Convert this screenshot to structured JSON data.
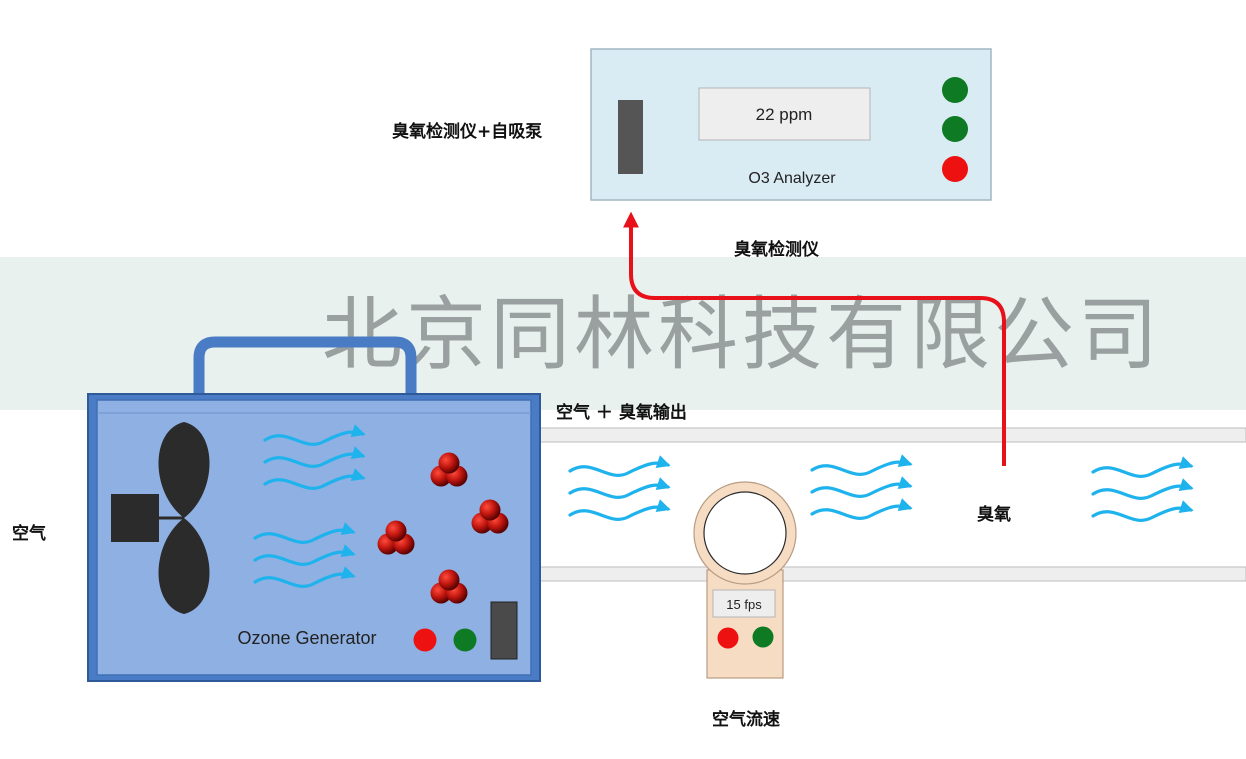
{
  "watermark": "北京同林科技有限公司",
  "labels": {
    "analyzer_pump": "臭氧检测仪+自吸泵",
    "analyzer_caption": "臭氧检测仪",
    "air_in": "空气",
    "air_ozone_out": "空气 ＋ 臭氧输出",
    "ozone": "臭氧",
    "airflow": "空气流速"
  },
  "analyzer": {
    "reading": "22 ppm",
    "name": "O3 Analyzer",
    "lights": [
      "#0e7a24",
      "#0e7a24",
      "#ee1111"
    ]
  },
  "generator": {
    "name": "Ozone Generator",
    "lights": [
      "#ee1111",
      "#0e7a24"
    ]
  },
  "flow_meter": {
    "reading": "15 fps",
    "lights": [
      "#ee1111",
      "#0e7a24"
    ]
  },
  "colors": {
    "sample_line": "#e8111a",
    "air_arrow": "#1fb3ee",
    "generator_fill": "#8fb0e2",
    "generator_border": "#3e6fb6",
    "analyzer_fill": "#d9ecf3",
    "meter_fill": "#f7dcc4",
    "band": "#e8f1ee"
  }
}
